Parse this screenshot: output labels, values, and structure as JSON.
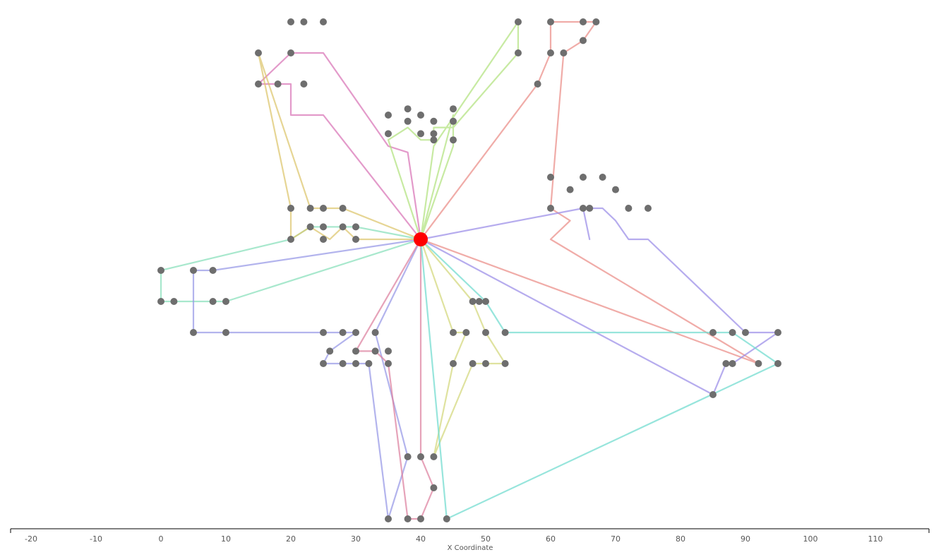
{
  "chart_data": {
    "type": "line",
    "xlabel": "X Coordinate",
    "ylabel": "",
    "xlim": [
      -23,
      118
    ],
    "ylim": [
      -93,
      77
    ],
    "x_ticks": [
      -20,
      -10,
      0,
      10,
      20,
      30,
      40,
      50,
      60,
      70,
      80,
      90,
      100,
      110
    ],
    "grid": false,
    "legend": "none",
    "depot": {
      "x": 40,
      "y": 50,
      "color": "#ff0000"
    },
    "series": [
      {
        "color": "#e3a0ca",
        "stroke": "#d873b5",
        "points": [
          [
            40,
            50
          ],
          [
            25,
            70
          ],
          [
            22,
            70
          ],
          [
            20,
            70
          ],
          [
            20,
            75
          ],
          [
            15,
            75
          ],
          [
            20,
            80
          ],
          [
            22,
            80
          ],
          [
            25,
            80
          ],
          [
            35,
            65
          ],
          [
            38,
            64
          ],
          [
            40,
            50
          ]
        ]
      },
      {
        "color": "#f1a6a1",
        "stroke": "#ea8c86",
        "points": [
          [
            40,
            50
          ],
          [
            58,
            75
          ],
          [
            60,
            80
          ],
          [
            60,
            85
          ],
          [
            65,
            85
          ],
          [
            67,
            85
          ],
          [
            65,
            82
          ],
          [
            62,
            80
          ],
          [
            60,
            55
          ],
          [
            63,
            53
          ],
          [
            60,
            50
          ],
          [
            92,
            30
          ],
          [
            40,
            50
          ]
        ]
      },
      {
        "color": "#c4ec9b",
        "stroke": "#b2e27e",
        "points": [
          [
            40,
            50
          ],
          [
            45,
            70
          ],
          [
            45,
            68
          ],
          [
            42,
            68
          ],
          [
            42,
            66
          ],
          [
            40,
            66
          ],
          [
            38,
            68
          ],
          [
            35,
            66
          ],
          [
            40,
            50
          ],
          [
            45,
            65
          ],
          [
            45,
            68
          ],
          [
            55,
            80
          ],
          [
            55,
            85
          ],
          [
            42,
            65
          ],
          [
            40,
            50
          ]
        ]
      },
      {
        "color": "#a99cec",
        "stroke": "#9a8ce8",
        "points": [
          [
            40,
            50
          ],
          [
            65,
            55
          ],
          [
            66,
            50
          ],
          [
            65,
            55
          ],
          [
            68,
            55
          ],
          [
            70,
            53
          ],
          [
            72,
            50
          ],
          [
            75,
            50
          ],
          [
            90,
            35
          ],
          [
            95,
            35
          ],
          [
            88,
            30
          ],
          [
            87,
            30
          ],
          [
            85,
            25
          ],
          [
            40,
            50
          ]
        ]
      },
      {
        "color": "#9ee6c8",
        "stroke": "#86dfba",
        "points": [
          [
            40,
            50
          ],
          [
            30,
            52
          ],
          [
            28,
            52
          ],
          [
            25,
            52
          ],
          [
            23,
            52
          ],
          [
            20,
            50
          ],
          [
            0,
            45
          ],
          [
            0,
            40
          ],
          [
            2,
            40
          ],
          [
            8,
            40
          ],
          [
            10,
            40
          ],
          [
            40,
            50
          ]
        ]
      },
      {
        "color": "#e6d28b",
        "stroke": "#ddc56b",
        "points": [
          [
            40,
            50
          ],
          [
            30,
            50
          ],
          [
            28,
            52
          ],
          [
            26,
            50
          ],
          [
            23,
            52
          ],
          [
            20,
            50
          ],
          [
            20,
            55
          ],
          [
            15,
            80
          ],
          [
            23,
            55
          ],
          [
            25,
            55
          ],
          [
            28,
            55
          ],
          [
            40,
            50
          ]
        ]
      },
      {
        "color": "#a6a8ec",
        "stroke": "#9597e6",
        "points": [
          [
            40,
            50
          ],
          [
            8,
            45
          ],
          [
            5,
            45
          ],
          [
            5,
            35
          ],
          [
            10,
            35
          ],
          [
            25,
            35
          ],
          [
            28,
            35
          ],
          [
            30,
            35
          ],
          [
            26,
            32
          ],
          [
            25,
            30
          ],
          [
            28,
            30
          ],
          [
            30,
            30
          ],
          [
            32,
            30
          ],
          [
            35,
            5
          ],
          [
            38,
            15
          ],
          [
            33,
            35
          ],
          [
            40,
            50
          ]
        ]
      },
      {
        "color": "#e59cb4",
        "stroke": "#dd809e",
        "points": [
          [
            40,
            50
          ],
          [
            30,
            32
          ],
          [
            33,
            32
          ],
          [
            35,
            30
          ],
          [
            38,
            5
          ],
          [
            40,
            5
          ],
          [
            42,
            10
          ],
          [
            40,
            15
          ],
          [
            40,
            50
          ]
        ]
      },
      {
        "color": "#dfe29a",
        "stroke": "#d2d77a",
        "points": [
          [
            40,
            50
          ],
          [
            45,
            35
          ],
          [
            47,
            35
          ],
          [
            45,
            30
          ],
          [
            42,
            15
          ],
          [
            48,
            30
          ],
          [
            50,
            30
          ],
          [
            53,
            30
          ],
          [
            50,
            35
          ],
          [
            48,
            40
          ],
          [
            40,
            50
          ]
        ]
      },
      {
        "color": "#8de3da",
        "stroke": "#6fdbcf",
        "points": [
          [
            40,
            50
          ],
          [
            50,
            40
          ],
          [
            53,
            35
          ],
          [
            85,
            35
          ],
          [
            88,
            35
          ],
          [
            95,
            30
          ],
          [
            44,
            5
          ],
          [
            40,
            50
          ]
        ]
      }
    ],
    "stops": [
      [
        20,
        85
      ],
      [
        22,
        85
      ],
      [
        25,
        85
      ],
      [
        15,
        80
      ],
      [
        20,
        80
      ],
      [
        15,
        75
      ],
      [
        18,
        75
      ],
      [
        22,
        75
      ],
      [
        55,
        85
      ],
      [
        55,
        80
      ],
      [
        60,
        85
      ],
      [
        65,
        85
      ],
      [
        67,
        85
      ],
      [
        65,
        82
      ],
      [
        60,
        80
      ],
      [
        62,
        80
      ],
      [
        58,
        75
      ],
      [
        35,
        70
      ],
      [
        38,
        71
      ],
      [
        40,
        70
      ],
      [
        45,
        71
      ],
      [
        42,
        69
      ],
      [
        38,
        69
      ],
      [
        45,
        69
      ],
      [
        35,
        67
      ],
      [
        40,
        67
      ],
      [
        42,
        67
      ],
      [
        42,
        66
      ],
      [
        45,
        66
      ],
      [
        60,
        60
      ],
      [
        65,
        60
      ],
      [
        68,
        60
      ],
      [
        63,
        58
      ],
      [
        70,
        58
      ],
      [
        60,
        55
      ],
      [
        65,
        55
      ],
      [
        66,
        55
      ],
      [
        72,
        55
      ],
      [
        75,
        55
      ],
      [
        20,
        55
      ],
      [
        23,
        55
      ],
      [
        25,
        55
      ],
      [
        28,
        55
      ],
      [
        23,
        52
      ],
      [
        25,
        52
      ],
      [
        28,
        52
      ],
      [
        30,
        52
      ],
      [
        20,
        50
      ],
      [
        25,
        50
      ],
      [
        30,
        50
      ],
      [
        0,
        45
      ],
      [
        5,
        45
      ],
      [
        8,
        45
      ],
      [
        0,
        40
      ],
      [
        2,
        40
      ],
      [
        8,
        40
      ],
      [
        10,
        40
      ],
      [
        48,
        40
      ],
      [
        49,
        40
      ],
      [
        50,
        40
      ],
      [
        5,
        35
      ],
      [
        10,
        35
      ],
      [
        25,
        35
      ],
      [
        28,
        35
      ],
      [
        30,
        35
      ],
      [
        33,
        35
      ],
      [
        45,
        35
      ],
      [
        47,
        35
      ],
      [
        50,
        35
      ],
      [
        53,
        35
      ],
      [
        85,
        35
      ],
      [
        88,
        35
      ],
      [
        90,
        35
      ],
      [
        95,
        35
      ],
      [
        26,
        32
      ],
      [
        30,
        32
      ],
      [
        33,
        32
      ],
      [
        35,
        32
      ],
      [
        25,
        30
      ],
      [
        28,
        30
      ],
      [
        30,
        30
      ],
      [
        32,
        30
      ],
      [
        35,
        30
      ],
      [
        45,
        30
      ],
      [
        48,
        30
      ],
      [
        50,
        30
      ],
      [
        53,
        30
      ],
      [
        87,
        30
      ],
      [
        88,
        30
      ],
      [
        92,
        30
      ],
      [
        95,
        30
      ],
      [
        85,
        25
      ],
      [
        38,
        15
      ],
      [
        40,
        15
      ],
      [
        42,
        15
      ],
      [
        42,
        10
      ],
      [
        35,
        5
      ],
      [
        38,
        5
      ],
      [
        40,
        5
      ],
      [
        44,
        5
      ]
    ]
  }
}
